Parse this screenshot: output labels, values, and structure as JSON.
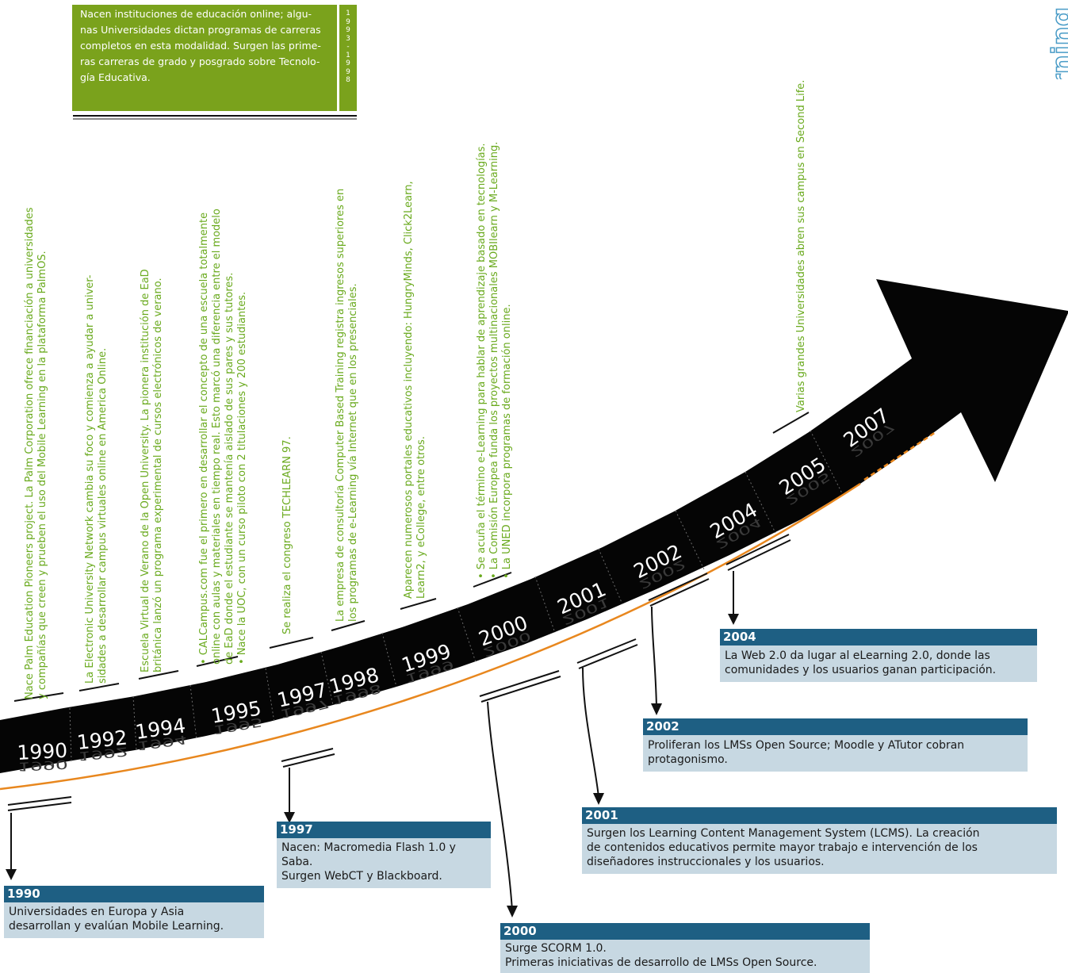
{
  "timeline": {
    "years": [
      "1990",
      "1992",
      "1994",
      "1995",
      "1997",
      "1998",
      "1999",
      "2000",
      "2001",
      "2002",
      "2004",
      "2005",
      "2007"
    ]
  },
  "top_events": [
    {
      "lines": [
        "Nace Palm Education Pioneers project. La Palm Corporation ofrece financiación a universidades",
        "y compañías que creen y prueben el uso del Mobile Learning en la plataforma PalmOS."
      ]
    },
    {
      "lines": [
        "La Electronic University Network cambia su foco y comienza a ayudar a univer-",
        "sidades a desarrollar campus virtuales online en America Online."
      ]
    },
    {
      "lines": [
        "Escuela Virtual de Verano de la Open University.  La pionera institución de EaD",
        "británica lanzó un programa experimental de cursos electrónicos de verano."
      ]
    },
    {
      "lines": [
        "• CALCampus.com fue el primero en desarrollar el concepto de una escuela totalmente",
        "online con aulas y materiales en tiempo real. Esto marcó una diferencia entre el modelo",
        "de EaD donde el estudiante se mantenía aislado de sus pares y sus tutores.",
        "• Nace la UOC, con un curso piloto con 2 titulaciones y 200 estudiantes."
      ]
    },
    {
      "lines": [
        "Se realiza el congreso TECHLEARN 97."
      ]
    },
    {
      "lines": [
        "La empresa de consultoría Computer Based Training registra ingresos superiores en",
        "los programas de e-Learning vía Internet que en los presenciales."
      ]
    },
    {
      "lines": [
        "Aparecen  numerosos  portales  educativos  incluyendo:  HungryMinds,   Click2Learn,",
        "Learn2, y eCollege, entre otros."
      ]
    },
    {
      "lines": [
        "• Se acuña el término e-Learning para hablar de aprendizaje basado en tecnologías.",
        "• La Comisión Europea funda los proyectos multinacionales MOBIlearn y M-Learning.",
        "• La UNED incorpora programas de formación online."
      ]
    },
    {
      "lines": [
        "Varias grandes Universidades abren sus campus en Second Life."
      ]
    }
  ],
  "green_box": {
    "lines": [
      "Nacen instituciones de educación online; algu-",
      "nas Universidades dictan programas de carreras",
      "completos en esta modalidad. Surgen las prime-",
      "ras carreras de grado y posgrado sobre Tecnolo-",
      "gía Educativa."
    ],
    "years_chars": [
      "1",
      "9",
      "9",
      "3",
      "-",
      "1",
      "9",
      "9",
      "8"
    ]
  },
  "bottom_events": [
    {
      "year": "1990",
      "lines": [
        "Universidades en Europa y Asia",
        "desarrollan y evalúan Mobile Learning."
      ]
    },
    {
      "year": "1997",
      "lines": [
        "Nacen: Macromedia Flash 1.0 y",
        "Saba.",
        "Surgen WebCT y Blackboard."
      ]
    },
    {
      "year": "2000",
      "lines": [
        "Surge SCORM 1.0.",
        "Primeras iniciativas de desarrollo de LMSs Open Source."
      ]
    },
    {
      "year": "2001",
      "lines": [
        "Surgen los Learning Content Management System (LCMS). La creación",
        "de contenidos educativos permite mayor trabajo e intervención de los",
        "diseñadores instruccionales y los usuarios."
      ]
    },
    {
      "year": "2002",
      "lines": [
        "Proliferan los LMSs Open Source; Moodle y ATutor cobran",
        "protagonismo."
      ]
    },
    {
      "year": "2004",
      "lines": [
        "La Web 2.0 da lugar al eLearning 2.0, donde las",
        "comunidades y los usuarios ganan participación."
      ]
    }
  ],
  "corner_word": "rning"
}
